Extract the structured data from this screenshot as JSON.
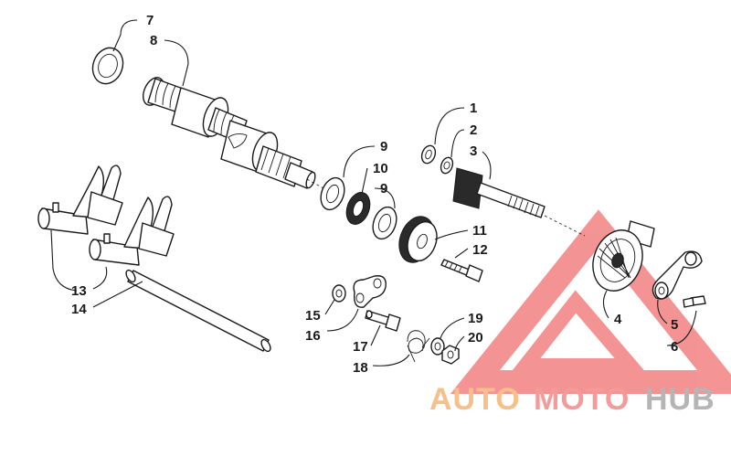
{
  "callouts": {
    "c1": "1",
    "c2": "2",
    "c3": "3",
    "c4": "4",
    "c5": "5",
    "c6": "6",
    "c7": "7",
    "c8": "8",
    "c9a": "9",
    "c9b": "9",
    "c10": "10",
    "c11": "11",
    "c12": "12",
    "c13": "13",
    "c14": "14",
    "c15": "15",
    "c16": "16",
    "c17": "17",
    "c18": "18",
    "c19": "19",
    "c20": "20"
  },
  "watermark": {
    "part1": "AUTO",
    "part2": "MOTO",
    "part3": "HUB",
    "colors": {
      "auto": "#f5c08a",
      "moto": "#f39a9a",
      "hub": "#b5b5b5",
      "logo": "#f07070"
    }
  }
}
